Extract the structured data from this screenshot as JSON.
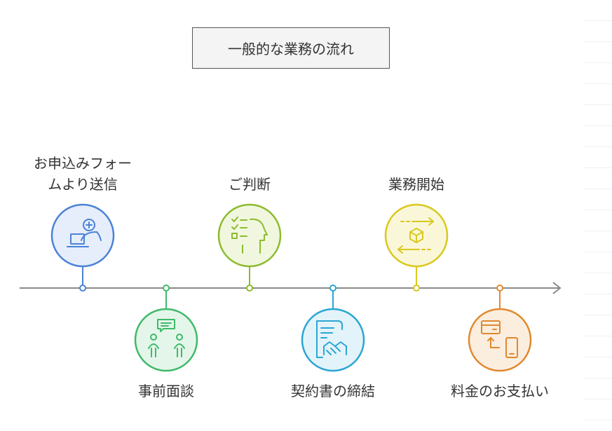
{
  "title": "一般的な業務の流れ",
  "steps": [
    {
      "label": "お申込みフォー\nムより送信",
      "icon": "user-laptop-add-icon",
      "color": "#4b82d6",
      "fill": "#e6eefb",
      "position": "above"
    },
    {
      "label": "事前面談",
      "icon": "two-people-chat-icon",
      "color": "#3fba6a",
      "fill": "#e4f6ea",
      "position": "below"
    },
    {
      "label": "ご判断",
      "icon": "head-checklist-icon",
      "color": "#8dbb2d",
      "fill": "#f1f7df",
      "position": "above"
    },
    {
      "label": "契約書の締結",
      "icon": "contract-handshake-icon",
      "color": "#2aa6d4",
      "fill": "#e3f3fa",
      "position": "below"
    },
    {
      "label": "業務開始",
      "icon": "box-exchange-icon",
      "color": "#d9c81e",
      "fill": "#faf7d9",
      "position": "above"
    },
    {
      "label": "料金のお支払い",
      "icon": "card-phone-payment-icon",
      "color": "#e0892f",
      "fill": "#fbeedf",
      "position": "below"
    }
  ],
  "timeline_color": "#8a8a8a"
}
